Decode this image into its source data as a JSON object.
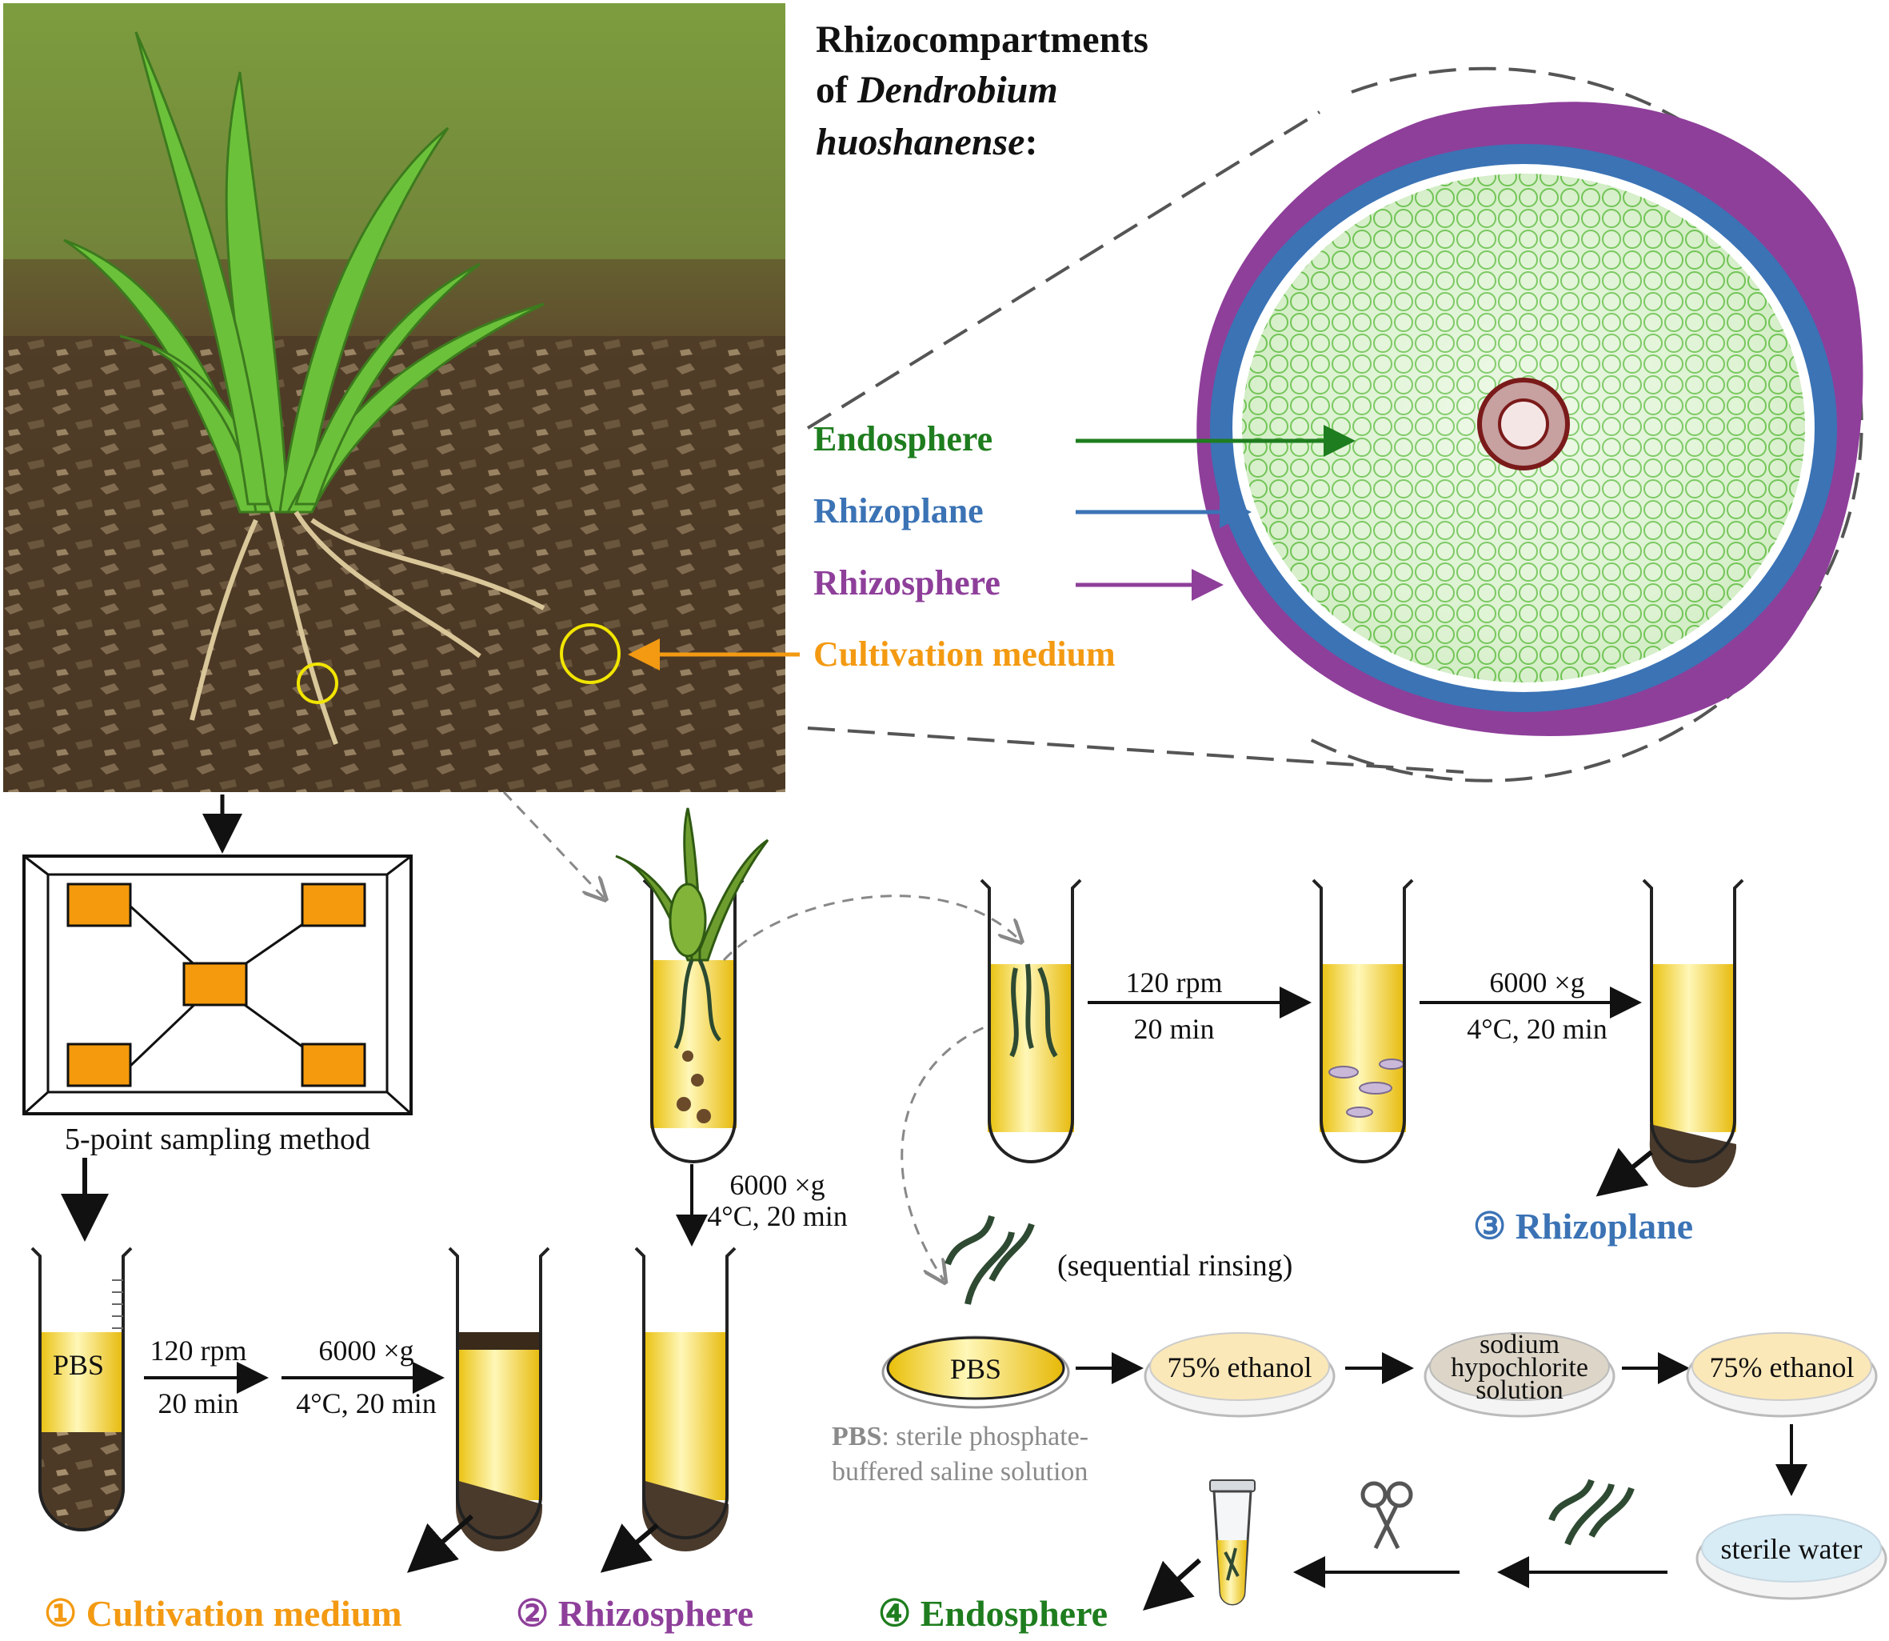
{
  "title": {
    "line1": "Rhizocompartments",
    "line2_prefix": "of ",
    "line2_species": "Dendrobium",
    "line3_species": "huoshanense",
    "line3_suffix": ":"
  },
  "labels": {
    "endosphere": "Endosphere",
    "rhizoplane": "Rhizoplane",
    "rhizosphere": "Rhizosphere",
    "cultivation_medium": "Cultivation medium"
  },
  "sampling": {
    "caption": "5-point sampling method"
  },
  "steps": {
    "pbs_tube": "PBS",
    "a_rpm": "120 rpm",
    "a_time": "20 min",
    "b_g": "6000 ×g",
    "b_cond": "4°C, 20 min",
    "c_g": "6000 ×g",
    "c_cond": "4°C, 20 min",
    "d_rpm": "120 rpm",
    "d_time": "20 min",
    "e_g": "6000 ×g",
    "e_cond": "4°C, 20 min"
  },
  "rinse": {
    "note": "(sequential rinsing)",
    "dish1": "PBS",
    "dish2": "75% ethanol",
    "dish3_l1": "sodium",
    "dish3_l2": "hypochlorite",
    "dish3_l3": "solution",
    "dish4": "75% ethanol",
    "dish5": "sterile water",
    "pbs_abbr": "PBS",
    "pbs_def1": ": sterile phosphate-",
    "pbs_def2": "buffered saline solution"
  },
  "outputs": {
    "o1": "① Cultivation medium",
    "o2": "② Rhizosphere",
    "o3": "③ Rhizoplane",
    "o4": "④ Endosphere"
  },
  "colors": {
    "endosphere": "#1e7d1e",
    "rhizoplane": "#3b73b5",
    "rhizosphere": "#8e3f9a",
    "cultivation": "#f39a12",
    "sampling_square": "#f59a0c",
    "liquid": "#f2d21a"
  }
}
